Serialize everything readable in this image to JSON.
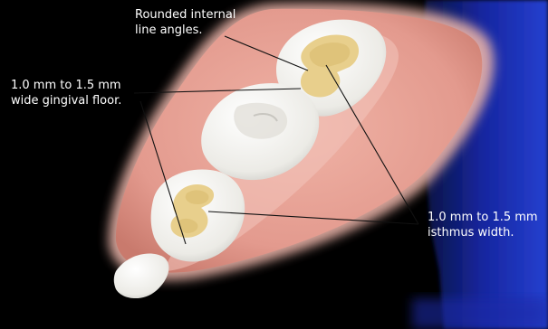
{
  "callouts": {
    "rounded_internal": "Rounded internal\nline angles.",
    "gingival_floor": "1.0 mm to 1.5 mm\nwide gingival floor.",
    "isthmus_width": "1.0 mm to 1.5 mm\nisthmus width."
  },
  "colors": {
    "background": "#000000",
    "blue_backdrop": "#1f2fb8",
    "gum": "#e39a8e",
    "tooth": "#f3f1ec",
    "preparation": "#e8cf8c",
    "leader_line": "#111111",
    "label_text": "#ffffff"
  }
}
